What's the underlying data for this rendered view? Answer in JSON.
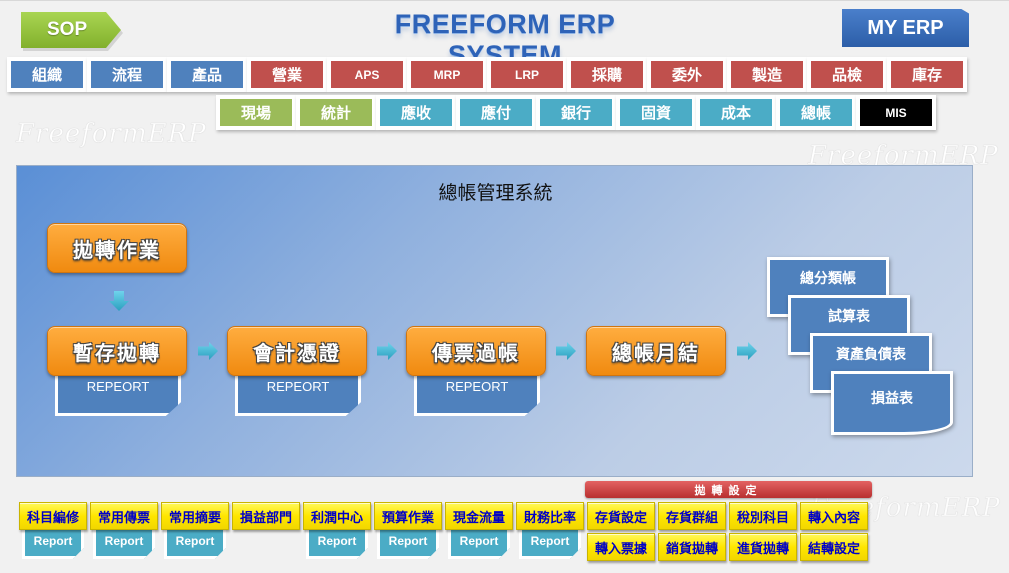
{
  "header": {
    "sop_label": "SOP",
    "title": "FREEFORM ERP SYSTEM",
    "myerp_label": "MY ERP",
    "watermark": "FreeformERP"
  },
  "nav_row1": [
    {
      "label": "組織",
      "color": "blue"
    },
    {
      "label": "流程",
      "color": "blue"
    },
    {
      "label": "產品",
      "color": "blue"
    },
    {
      "label": "營業",
      "color": "red"
    },
    {
      "label": "APS",
      "color": "red"
    },
    {
      "label": "MRP",
      "color": "red"
    },
    {
      "label": "LRP",
      "color": "red"
    },
    {
      "label": "採購",
      "color": "red"
    },
    {
      "label": "委外",
      "color": "red"
    },
    {
      "label": "製造",
      "color": "red"
    },
    {
      "label": "品檢",
      "color": "red"
    },
    {
      "label": "庫存",
      "color": "red"
    }
  ],
  "nav_row2": [
    {
      "label": "現場",
      "color": "green"
    },
    {
      "label": "統計",
      "color": "green"
    },
    {
      "label": "應收",
      "color": "cyan"
    },
    {
      "label": "應付",
      "color": "cyan"
    },
    {
      "label": "銀行",
      "color": "cyan"
    },
    {
      "label": "固資",
      "color": "cyan"
    },
    {
      "label": "成本",
      "color": "cyan"
    },
    {
      "label": "總帳",
      "color": "cyan"
    },
    {
      "label": "MIS",
      "color": "black"
    }
  ],
  "colors": {
    "blue": "#4f81bd",
    "red": "#c0504d",
    "green": "#9bbb59",
    "cyan": "#4bacc6",
    "black": "#000000",
    "flow_orange": "#f39c1f",
    "yellow": "#ffee00"
  },
  "panel": {
    "title": "總帳管理系統",
    "transfer_job": "拋轉作業",
    "steps": [
      {
        "label": "暫存拋轉",
        "report": "REPEORT"
      },
      {
        "label": "會計憑證",
        "report": "REPEORT"
      },
      {
        "label": "傳票過帳",
        "report": "REPEORT"
      },
      {
        "label": "總帳月結",
        "report": null
      }
    ],
    "outputs": [
      "總分類帳",
      "試算表",
      "資產負債表",
      "損益表"
    ]
  },
  "bottom": {
    "items": [
      {
        "label": "科目編修",
        "report": "Report"
      },
      {
        "label": "常用傳票",
        "report": "Report"
      },
      {
        "label": "常用摘要",
        "report": "Report"
      },
      {
        "label": "損益部門",
        "report": null
      },
      {
        "label": "利潤中心",
        "report": "Report"
      },
      {
        "label": "預算作業",
        "report": "Report"
      },
      {
        "label": "現金流量",
        "report": "Report"
      },
      {
        "label": "財務比率",
        "report": "Report"
      }
    ],
    "transfer_settings": {
      "header": "拋轉設定",
      "row1": [
        "存貨設定",
        "存貨群組",
        "稅別科目",
        "轉入內容"
      ],
      "row2": [
        "轉入票據",
        "銷貨拋轉",
        "進貨拋轉",
        "結轉設定"
      ]
    }
  }
}
